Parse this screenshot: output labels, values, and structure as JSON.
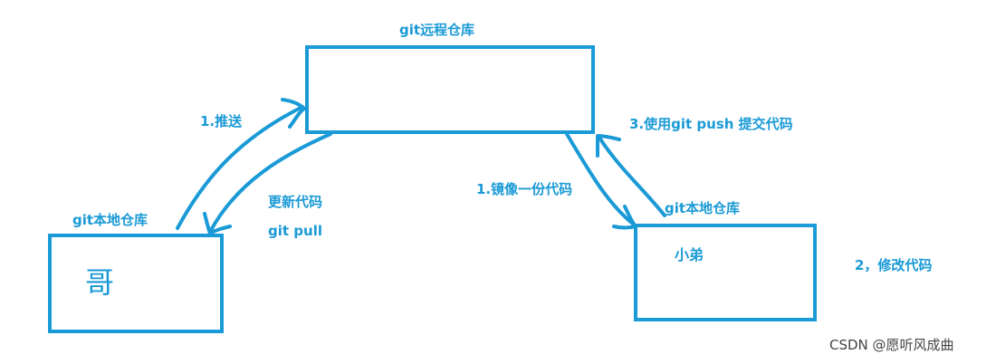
{
  "colors": {
    "accent": "#1a9ad6",
    "watermark": "#444444"
  },
  "nodes": {
    "remote_repo": {
      "title": "git远程仓库"
    },
    "local_repo_left": {
      "title": "git本地仓库",
      "content": "哥"
    },
    "local_repo_right": {
      "title": "git本地仓库",
      "content": "小弟"
    }
  },
  "edges": {
    "push_label": "1.推送",
    "update_label_line1": "更新代码",
    "update_label_line2": "git pull",
    "mirror_label": "1.镜像一份代码",
    "submit_label": "3.使用git push 提交代码"
  },
  "notes": {
    "modify_label": "2，修改代码"
  },
  "watermark": "CSDN @愿听风成曲"
}
